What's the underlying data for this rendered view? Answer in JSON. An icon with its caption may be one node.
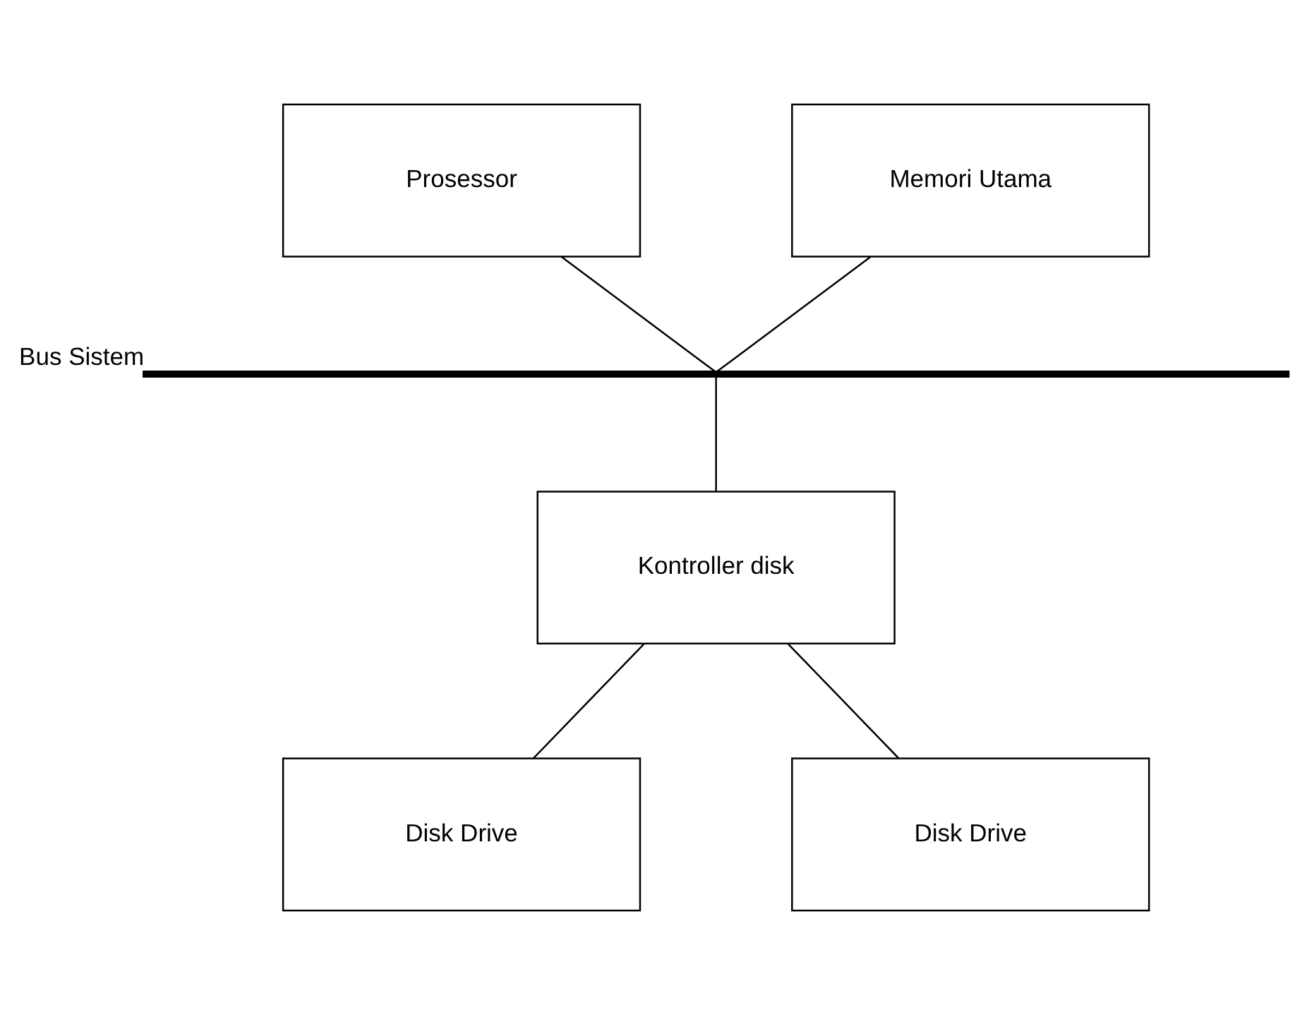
{
  "diagram": {
    "nodes": [
      {
        "text": [
          "Prosessor"
        ]
      },
      {
        "text": [
          "Memori Utama"
        ]
      },
      {
        "text": [],
        "shape": "bar",
        "beside": [
          "Bus Sistem"
        ]
      },
      {
        "text": [
          "Kontroller disk"
        ]
      },
      {
        "text": [
          "Disk Drive"
        ]
      },
      {
        "text": [
          "Disk Drive"
        ]
      }
    ],
    "edges": [
      {
        "from": 0,
        "to": 2,
        "arrow": "none"
      },
      {
        "from": 1,
        "to": 2,
        "arrow": "none"
      },
      {
        "from": 2,
        "to": 3,
        "arrow": "none"
      },
      {
        "from": 3,
        "to": 4,
        "arrow": "none"
      },
      {
        "from": 3,
        "to": 5,
        "arrow": "none"
      }
    ]
  }
}
